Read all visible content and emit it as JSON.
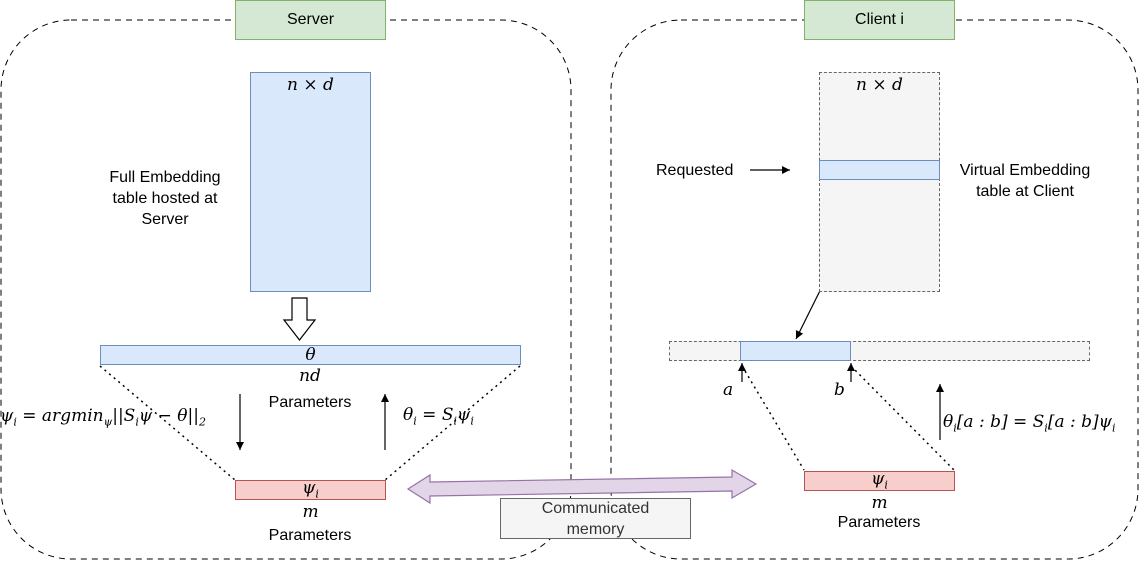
{
  "server": {
    "title": "Server",
    "table_dims": "n × d",
    "table_description": [
      "Full Embedding",
      "table hosted at",
      "Server"
    ],
    "theta_label": "θ",
    "theta_size": "nd",
    "theta_size_caption": "Parameters",
    "compress_eq": "ψi = argminψ||Siψ − θ||2",
    "expand_eq": "θi = Siψi",
    "psi_label": "ψi",
    "psi_size": "m",
    "psi_size_caption": "Parameters"
  },
  "client": {
    "title": "Client i",
    "table_dims": "n × d",
    "requested_label": "Requested",
    "virtual_table_label": [
      "Virtual Embedding",
      "table at Client"
    ],
    "a_label": "a",
    "b_label": "b",
    "slice_eq": "θi[a : b] = Si[a : b]ψi",
    "psi_label": "ψi",
    "psi_size": "m",
    "psi_size_caption": "Parameters"
  },
  "communicated_memory": [
    "Communicated",
    "memory"
  ],
  "colors": {
    "green_fill": "#d5e8d4",
    "blue_fill": "#dae8fc",
    "red_fill": "#f8cecc",
    "gray_fill": "#f5f5f5",
    "purple_fill": "#e1d5e7"
  }
}
